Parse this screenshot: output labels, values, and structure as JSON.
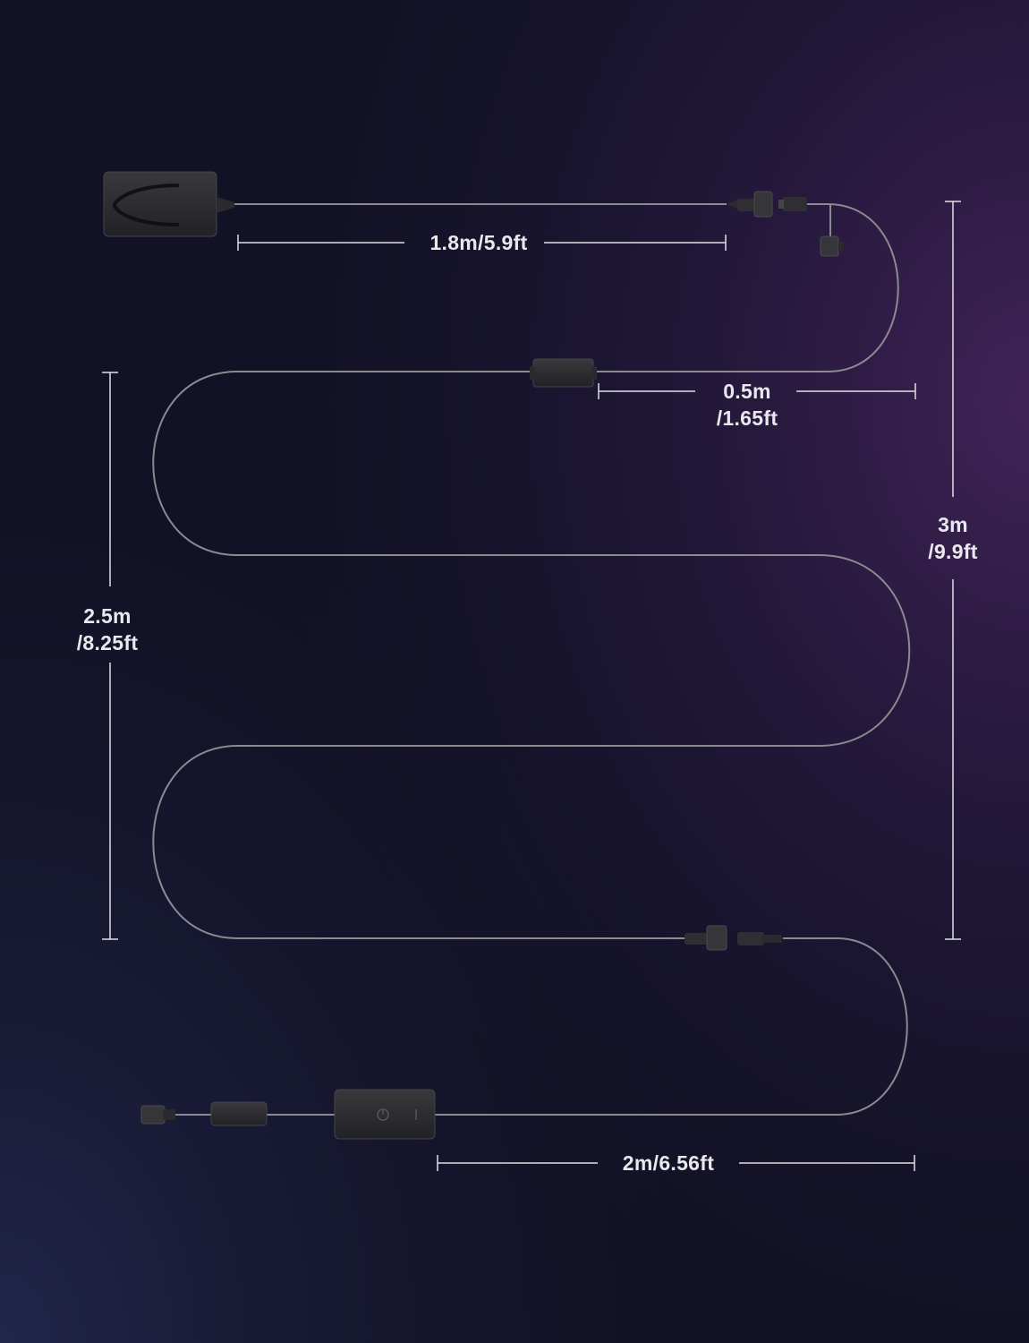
{
  "colors": {
    "background": "#14142a",
    "glow": "#4a2660",
    "cable": "#8a8a90",
    "device": "#2b2b2f",
    "dimension_line": "#e0e0e6",
    "label_text": "#e8e8ee"
  },
  "dimensions": {
    "adapter_cable": "1.8m/5.9ft",
    "extension_line1": "0.5m",
    "extension_line2": "/1.65ft",
    "cable_right_line1": "3m",
    "cable_right_line2": "/9.9ft",
    "cable_left_line1": "2.5m",
    "cable_left_line2": "/8.25ft",
    "controller_cable": "2m/6.56ft"
  }
}
